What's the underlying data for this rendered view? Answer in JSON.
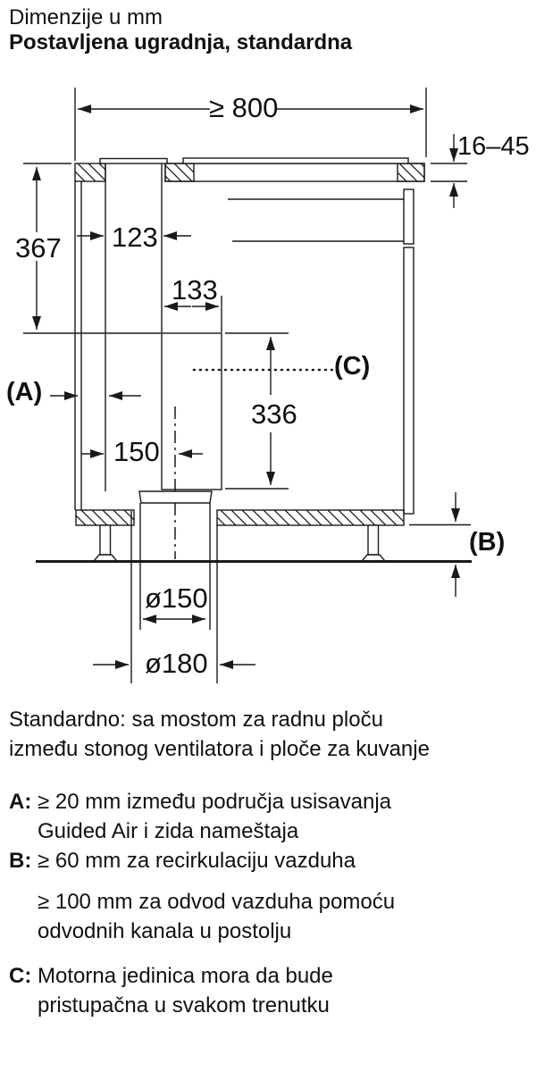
{
  "header": {
    "line1": "Dimenzije u mm",
    "line2": "Postavljena ugradnja, standardna"
  },
  "diagram": {
    "dims": {
      "width_min": "≥ 800",
      "counter_thickness": "16–45",
      "height_total": "367",
      "duct_width": "123",
      "motor_width": "133",
      "motor_height": "336",
      "offset_center": "150",
      "pipe_diameter": "ø150",
      "hole_diameter": "ø180"
    },
    "labels": {
      "a": "(A)",
      "b": "(B)",
      "c": "(C)"
    }
  },
  "notes": {
    "intro": [
      "Standardno: sa mostom za radnu ploču",
      "između stonog ventilatora i ploče za kuvanje"
    ],
    "items": [
      {
        "key": "A:",
        "lines": [
          "≥ 20 mm između područja usisavanja",
          "Guided Air i zida nameštaja"
        ]
      },
      {
        "key": "B:",
        "lines": [
          "≥ 60 mm za recirkulaciju vazduha"
        ]
      },
      {
        "key": "",
        "lines": [
          "≥ 100 mm za odvod vazduha pomoću",
          "odvodnih kanala u postolju"
        ]
      },
      {
        "key": "C:",
        "lines": [
          "Motorna jedinica mora da bude",
          "pristupačna u svakom trenutku"
        ]
      }
    ]
  },
  "colors": {
    "line": "#1a1a1a",
    "text": "#101010",
    "background": "#ffffff"
  }
}
